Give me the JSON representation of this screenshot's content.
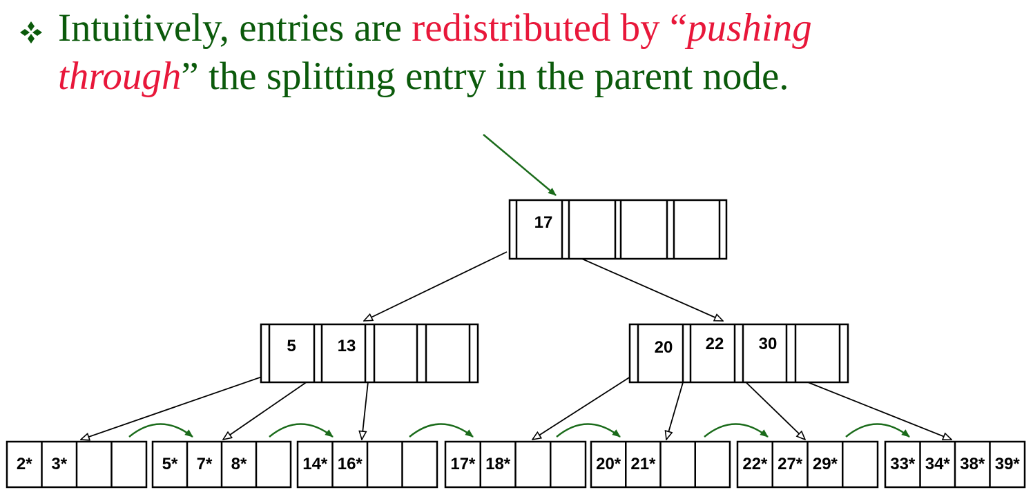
{
  "heading": {
    "line1_a": "Intuitively, entries are ",
    "line1_b": "redistributed by “",
    "line1_c": "pushing",
    "line2_a": "through",
    "line2_b": "” the splitting entry in the parent node."
  },
  "colors": {
    "text": "#0b5a0b",
    "highlight": "#e8173a",
    "arrow_green": "#1a6b1a"
  },
  "icons": {
    "bullet": "diamond-bullet-icon"
  },
  "tree": {
    "root": [
      "17",
      "",
      "",
      ""
    ],
    "internal_left": [
      "5",
      "13",
      "",
      ""
    ],
    "internal_right": [
      "20",
      "22",
      "30",
      ""
    ],
    "leaves": [
      [
        "2*",
        "3*",
        "",
        ""
      ],
      [
        "5*",
        "7*",
        "8*",
        ""
      ],
      [
        "14*",
        "16*",
        "",
        ""
      ],
      [
        "17*",
        "18*",
        "",
        ""
      ],
      [
        "20*",
        "21*",
        "",
        ""
      ],
      [
        "22*",
        "27*",
        "29*",
        ""
      ],
      [
        "33*",
        "34*",
        "38*",
        "39*"
      ]
    ]
  }
}
